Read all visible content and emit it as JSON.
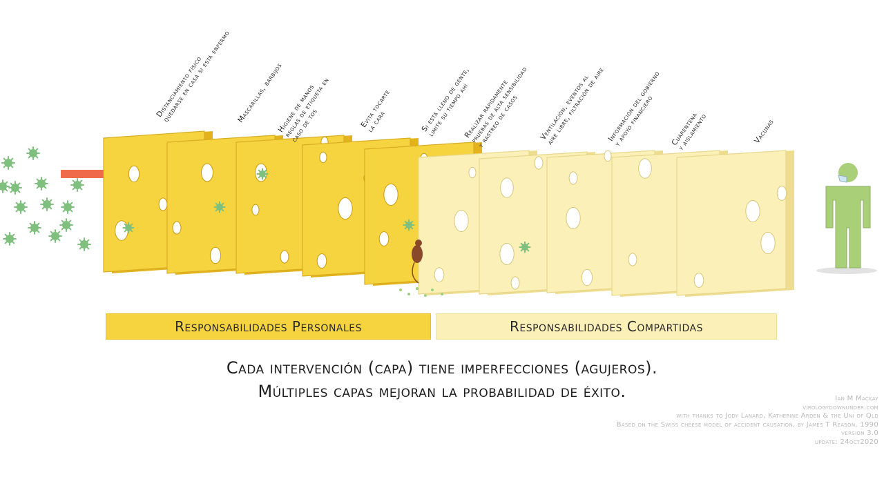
{
  "colors": {
    "personal_slice": "#f6d43f",
    "shared_slice": "#fbf0b7",
    "virus": "#7fc07f",
    "arrow": "#ee6a4a",
    "person": "#a9cf78"
  },
  "layer_labels": [
    {
      "lines": [
        "Distanciamiento físico",
        "quedarse en casa si está enfermo"
      ]
    },
    {
      "lines": [
        "Mascarillas, barbijos"
      ]
    },
    {
      "lines": [
        "Higiene de manos",
        "reglas de etiqueta en",
        "caso de tos"
      ]
    },
    {
      "lines": [
        "Evita tocarte",
        "la cara"
      ]
    },
    {
      "lines": [
        "Si está lleno de gente,",
        "limite su tiempo ahí"
      ]
    },
    {
      "lines": [
        "Realizar rápidamente",
        "pruebas de alta sensibilidad",
        "y rastreo de casos"
      ]
    },
    {
      "lines": [
        "Ventilación, eventos al",
        "aire libre, filtración de aire"
      ]
    },
    {
      "lines": [
        "Información del gobierno",
        "y apoyo financiero"
      ]
    },
    {
      "lines": [
        "Cuarentena",
        "y aislamiento"
      ]
    },
    {
      "lines": [
        "Vacunas"
      ]
    }
  ],
  "bars": {
    "personal": "Responsabilidades Personales",
    "shared": "Responsabilidades Compartidas"
  },
  "caption": {
    "line1": "Cada intervención (capa) tiene imperfecciones (agujeros).",
    "line2": "Múltiples capas mejoran la probabilidad de éxito."
  },
  "credits": [
    "Ian M Mackay",
    "virologydownunder.com",
    "with thanks to Jody Lanard, Katherine Arden & the Uni of Qld",
    "Based on the Swiss cheese model of accident causation, by James T Reason, 1990",
    "version 3.0",
    "update: 24oct2020"
  ]
}
